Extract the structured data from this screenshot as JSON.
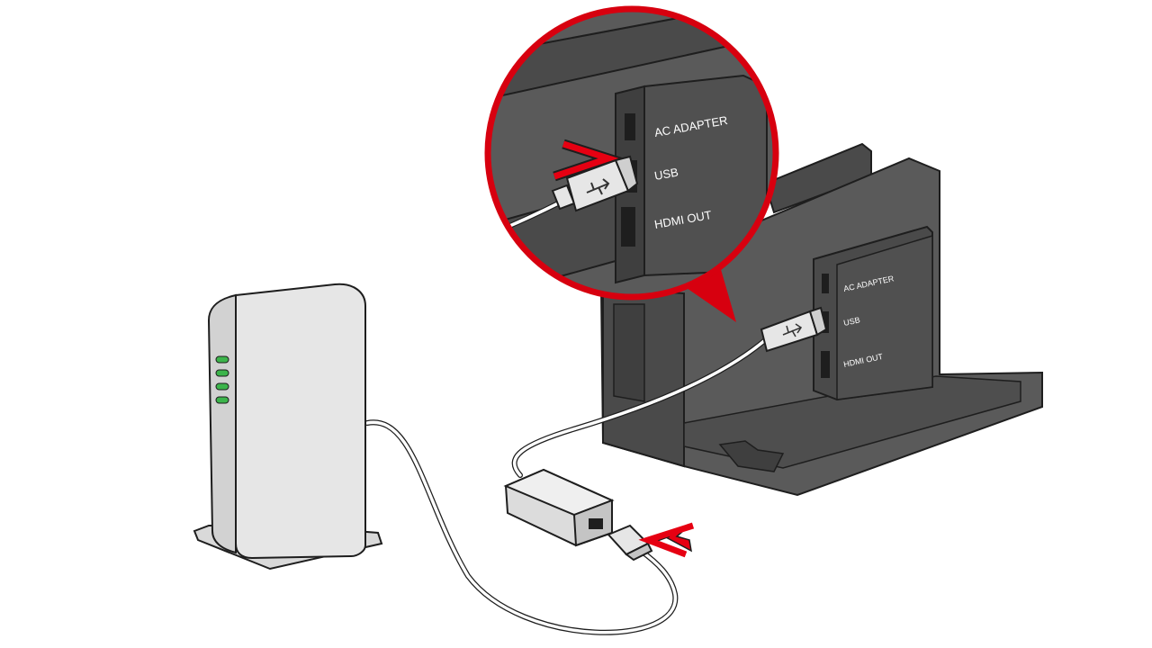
{
  "dock_ports": {
    "ac_adapter": "AC ADAPTER",
    "usb": "USB",
    "hdmi_out": "HDMI OUT"
  },
  "zoom_ports": {
    "ac_adapter": "AC ADAPTER",
    "usb": "USB",
    "hdmi_out": "HDMI OUT"
  },
  "colors": {
    "dock": "#5a5a5a",
    "dock_dark": "#3f3f3f",
    "outline": "#1e1e1e",
    "callout_ring": "#d7000f",
    "arrow": "#e60012",
    "router": "#e6e6e6",
    "router_led": "#3cb44b",
    "cable": "#ffffff"
  },
  "icons": [
    "usb-symbol-icon",
    "insert-arrow-icon",
    "router-led-icon"
  ]
}
